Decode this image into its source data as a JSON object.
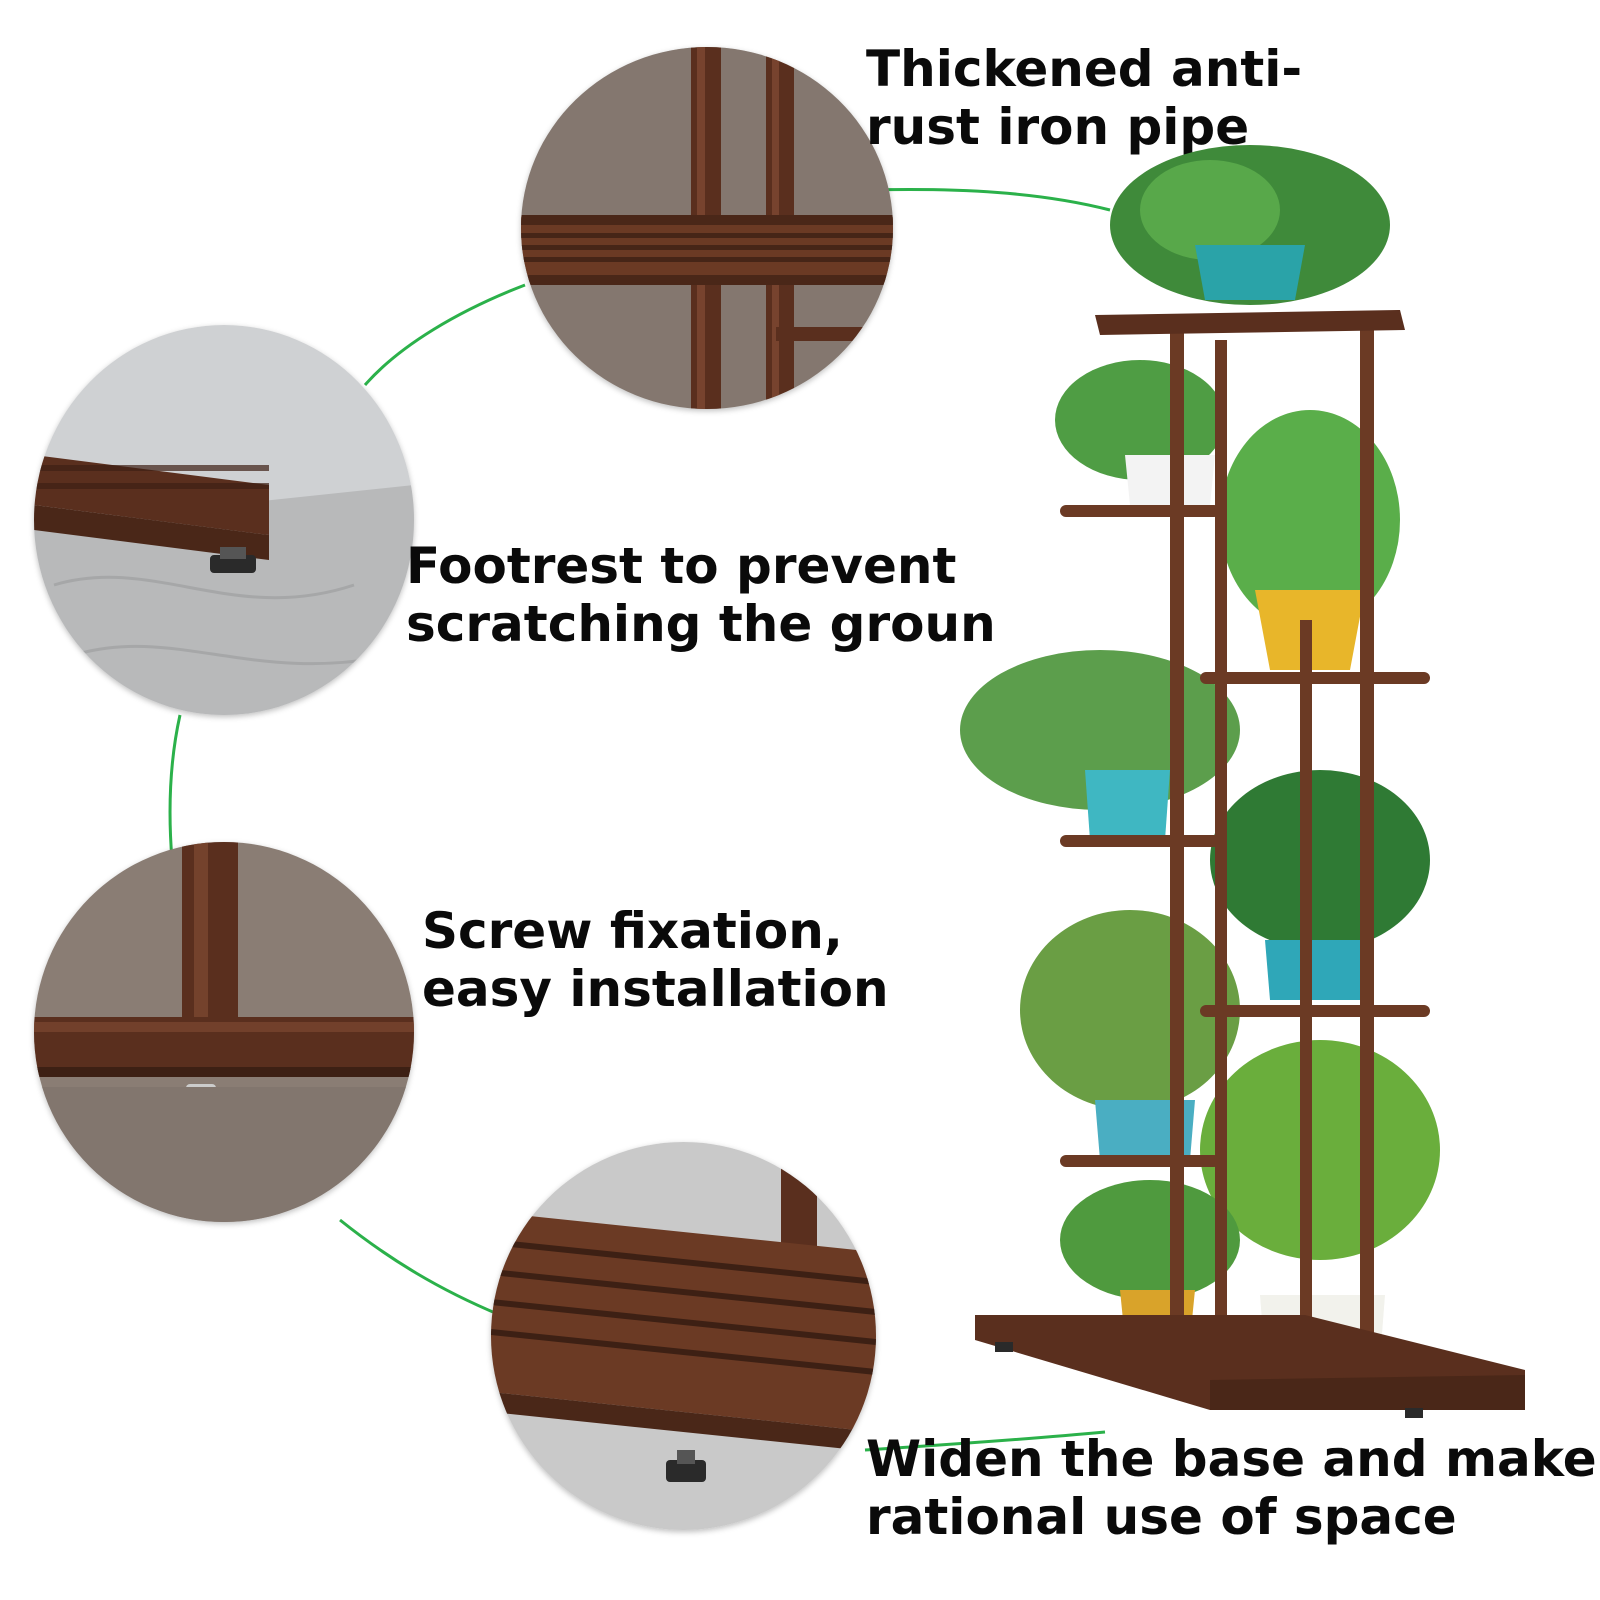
{
  "captions": {
    "pipe": {
      "line1": "Thickened anti-",
      "line2": "rust iron pipe"
    },
    "footrest": {
      "line1": "Footrest to prevent",
      "line2": "scratching the groun"
    },
    "screw": {
      "line1": "Screw fixation,",
      "line2": "easy installation"
    },
    "base": {
      "line1": "Widen the base and make",
      "line2": "rational use of space"
    }
  },
  "colors": {
    "accent_green": "#2bb14a",
    "metal_bronze": "#6b3a24",
    "metal_dark": "#4a2718",
    "wall_taupe": "#8a7d74"
  }
}
